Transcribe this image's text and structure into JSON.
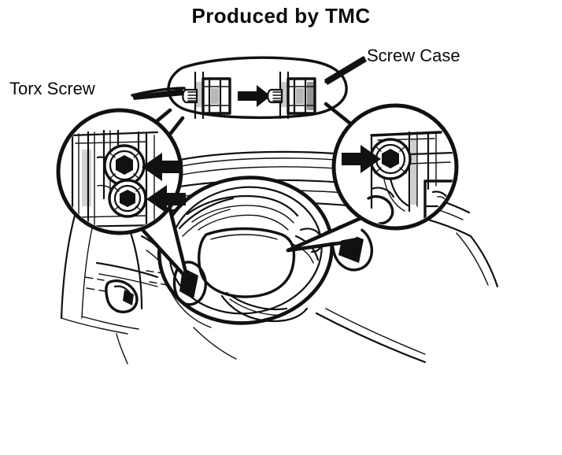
{
  "figure": {
    "title": "Produced by TMC",
    "type": "automotive-service-illustration",
    "subject": "Steering wheel airbag module Torx screw removal",
    "background_color": "#ffffff",
    "line_color": "#111111",
    "arrow_color": "#111111"
  },
  "labels": {
    "torx_screw": "Torx Screw",
    "screw_case": "Screw Case"
  },
  "callouts": [
    {
      "id": "torx-screw",
      "label": "Torx Screw",
      "leader_target": "top-inset-left-screw",
      "position": "upper-left"
    },
    {
      "id": "screw-case",
      "label": "Screw Case",
      "leader_target": "top-inset-right-screw",
      "position": "upper-right"
    }
  ],
  "insets": [
    {
      "id": "top-detail",
      "shape": "rounded-rectangle",
      "content": "Torx screw shown before and after seating into the screw case, with transition arrow",
      "arrow_direction": "right",
      "screw_count": 2
    },
    {
      "id": "left-magnifier",
      "shape": "circle",
      "content": "Two hex-head Torx screws on the left side of the steering wheel hub",
      "arrow_direction": "left",
      "arrow_count": 2,
      "screw_count": 2,
      "points_to": "left steering wheel spoke"
    },
    {
      "id": "right-magnifier",
      "shape": "circle",
      "content": "Single hex-head Torx screw on the right side of the steering wheel hub",
      "arrow_direction": "right",
      "arrow_count": 1,
      "screw_count": 1,
      "points_to": "right steering wheel spoke"
    }
  ],
  "scene": {
    "elements": [
      "steering wheel rim",
      "airbag module center pad",
      "steering wheel spokes",
      "instrument panel",
      "combination switch stalk",
      "lower dash panel",
      "door trim"
    ]
  }
}
